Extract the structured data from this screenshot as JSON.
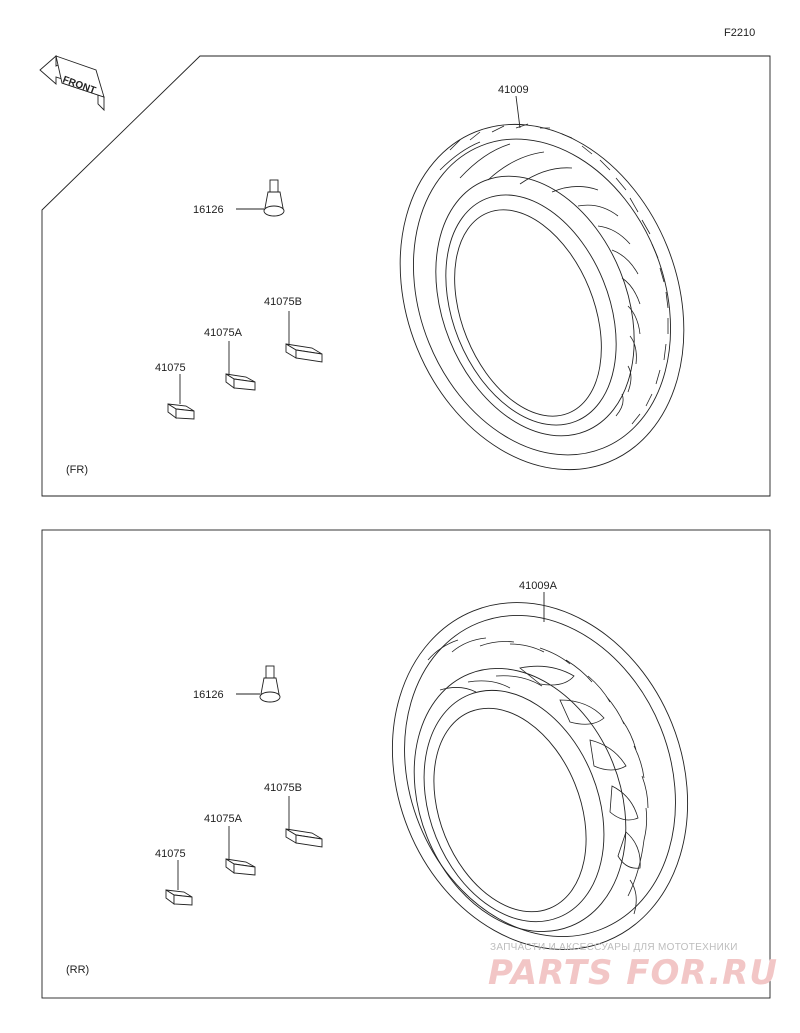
{
  "figure_code": "F2210",
  "front_arrow": {
    "text": "FRONT"
  },
  "panels": [
    {
      "tag": "(FR)",
      "parts": {
        "tire": "41009",
        "valve": "16126",
        "weight_b": "41075B",
        "weight_a": "41075A",
        "weight": "41075"
      }
    },
    {
      "tag": "(RR)",
      "parts": {
        "tire": "41009A",
        "valve": "16126",
        "weight_b": "41075B",
        "weight_a": "41075A",
        "weight": "41075"
      }
    }
  ],
  "watermark": {
    "line1": "ЗАПЧАСТИ И АКСЕССУАРЫ ДЛЯ МОТОТЕХНИКИ",
    "line2": "PARTS FOR.RU",
    "color": "#e08a8a"
  }
}
